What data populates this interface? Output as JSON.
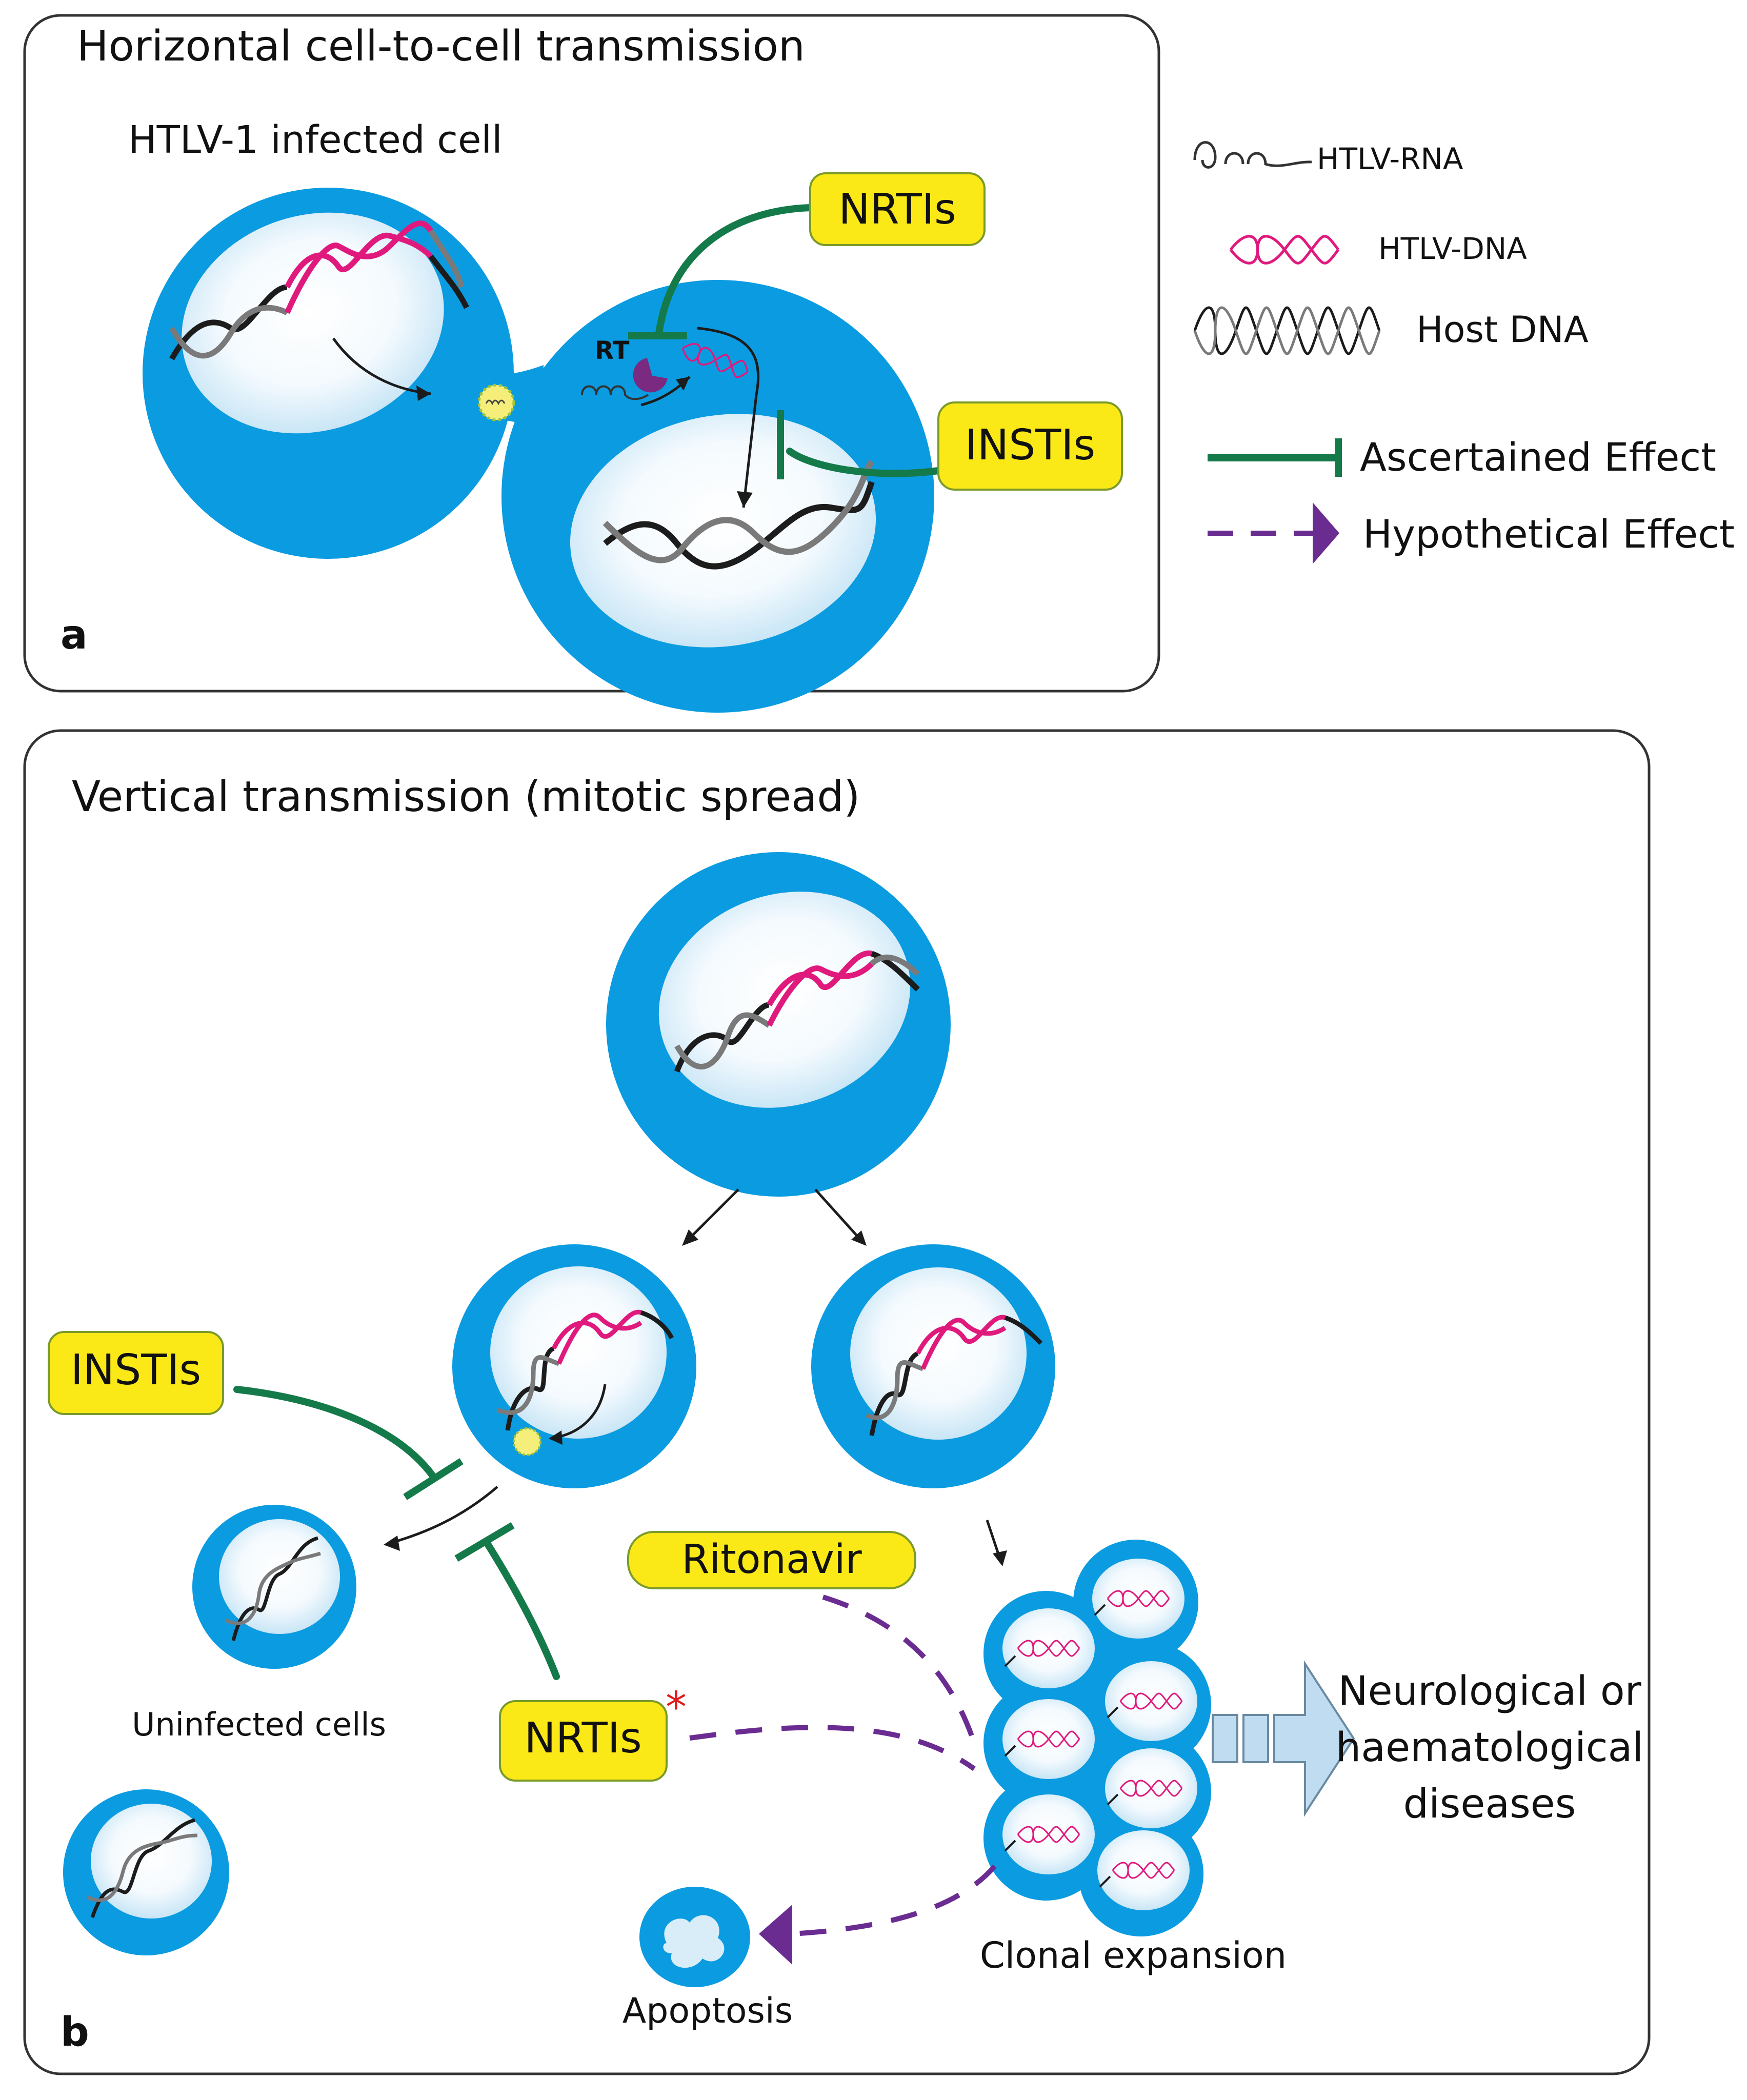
{
  "colors": {
    "cell": "#0b9be0",
    "nucleus_light": "#ffffff",
    "nucleus_mid": "#cfe9f7",
    "viral_dna": "#e0197d",
    "host_dna_dark": "#1c1c1c",
    "host_dna_light": "#7a7a7a",
    "drug_fill": "#fbe817",
    "drug_border": "#7a9a2a",
    "inhibit": "#157a4a",
    "hypothetical": "#6a2c91",
    "rt_enzyme": "#7a2a80",
    "virion": "#f6ee7a",
    "disease_arrow": "#bfdcf1"
  },
  "panel_a": {
    "title": "Horizontal cell-to-cell transmission",
    "infected_cell_label": "HTLV-1  infected cell",
    "rt_label": "RT",
    "drug_nrtis": "NRTIs",
    "drug_instis": "INSTIs",
    "letter": "a"
  },
  "legend": {
    "rna": "HTLV-RNA",
    "viral_dna": "HTLV-DNA",
    "host_dna": "Host DNA",
    "ascertained": "Ascertained Effect",
    "hypothetical": "Hypothetical Effect",
    "icons": [
      "rna-squiggle-icon",
      "viral-dna-helix-icon",
      "host-dna-helix-icon",
      "inhibition-bar-icon",
      "dashed-arrow-icon"
    ]
  },
  "panel_b": {
    "title": "Vertical transmission (mitotic spread)",
    "drug_instis": "INSTIs",
    "drug_nrtis": "NRTIs",
    "nrtis_asterisk": "*",
    "drug_ritonavir": "Ritonavir",
    "uninfected_label": "Uninfected cells",
    "clonal_label": "Clonal expansion",
    "disease_line1": "Neurological or",
    "disease_line2": "haematological",
    "disease_line3": "diseases",
    "apoptosis_label": "Apoptosis",
    "letter": "b"
  }
}
